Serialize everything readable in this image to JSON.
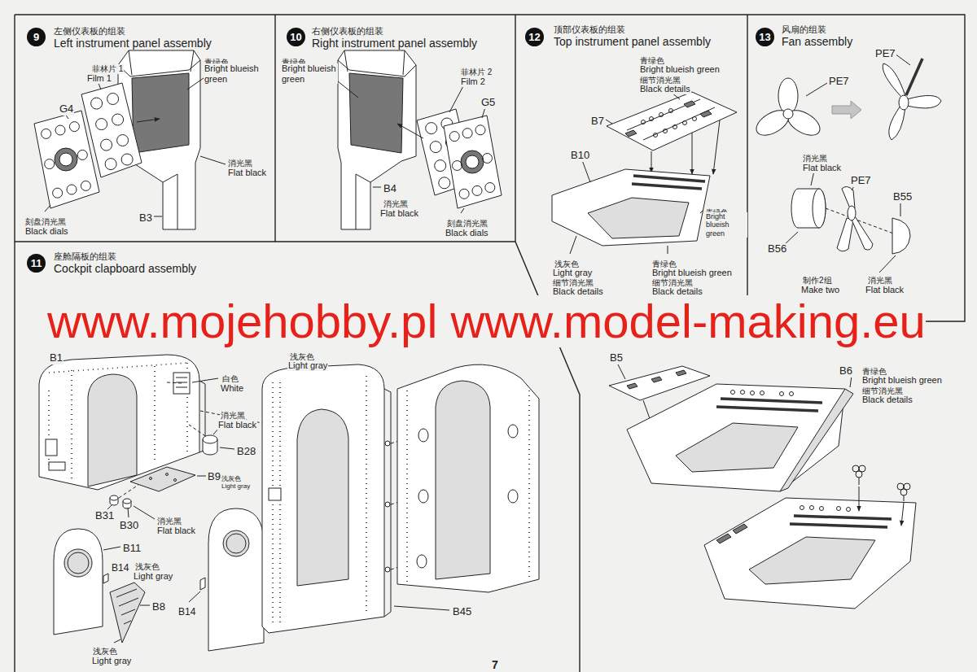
{
  "diagram": {
    "nodes": [
      {
        "text": [
          "左侧仪表板的组装",
          "Left instrument panel assembly"
        ]
      },
      {
        "text": [
          "9"
        ],
        "in": 0
      },
      {
        "text": [
          "右侧仪表板的组装",
          "Right instrument panel assembly"
        ]
      },
      {
        "text": [
          "10"
        ],
        "in": 2
      },
      {
        "text": [
          "顶部仪表板的组装",
          "Top instrument panel assembly"
        ]
      },
      {
        "text": [
          "12"
        ],
        "in": 4
      },
      {
        "text": [
          "风扇的组装",
          "Fan assembly"
        ]
      },
      {
        "text": [
          "13"
        ],
        "in": 6
      },
      {
        "text": [
          "座舱隔板的组装",
          "Cockpit clapboard assembly"
        ]
      },
      {
        "text": [
          "11"
        ],
        "in": 8
      }
    ],
    "labels": [
      "菲林片 1",
      "Film 1",
      "青绿色",
      "Bright blueish green",
      "G4",
      "消光黑",
      "Flat black",
      "B3",
      "刻盘消光黑",
      "Black dials",
      "青绿色",
      "Bright blueish green",
      "菲林片 2",
      "Film 2",
      "G5",
      "B4",
      "消光黑",
      "Flat black",
      "刻盘消光黑",
      "Black dials",
      "青绿色",
      "Bright blueish green",
      "细节消光黑",
      "Black details",
      "B7",
      "B10",
      "青绿色",
      "Bright blueish green",
      "浅灰色",
      "Light gray",
      "细节消光黑",
      "Black details",
      "青绿色",
      "Bright blueish green",
      "细节消光黑",
      "Black details",
      "B5",
      "B6",
      "青绿色",
      "Bright blueish green",
      "细节消光黑",
      "Black details",
      "PE7",
      "PE7",
      "消光黑",
      "Flat black",
      "PE7",
      "B55",
      "B56",
      "制作2组",
      "Make two",
      "消光黑",
      "Flat black",
      "www.mojehobby.pl www.model-making.eu",
      "B1",
      "浅灰色",
      "Light gray",
      "白色",
      "White",
      "消光黑",
      "Flat black",
      "B28",
      "B9",
      "浅灰色",
      "Light gray",
      "B31",
      "B30",
      "消光黑",
      "Flat black",
      "B11",
      "B14",
      "浅灰色",
      "Light gray",
      "B8",
      "B14",
      "浅灰色",
      "Light gray",
      "B45",
      "7"
    ]
  }
}
